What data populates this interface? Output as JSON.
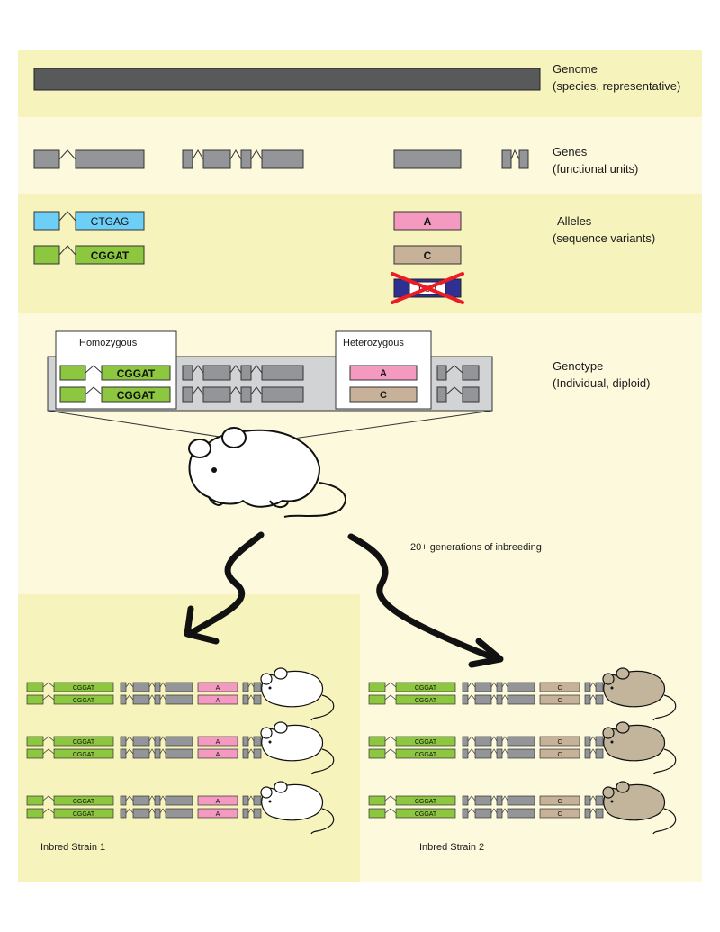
{
  "colors": {
    "band_dark": "#f7f3bd",
    "band_light": "#fcf9dd",
    "genome_bar": "#58595b",
    "gene_gray": "#939598",
    "allele_blue": "#6dcff6",
    "allele_green": "#8dc63f",
    "allele_pink": "#f49ac1",
    "allele_tan": "#c7b299",
    "neo_blue": "#2e3192",
    "cross_red": "#ed1c24",
    "genotype_box": "#d1d3d4",
    "mouse_tan": "#c2b59b"
  },
  "rows": {
    "genome": {
      "title": "Genome",
      "subtitle": "(species, representative)"
    },
    "genes": {
      "title": "Genes",
      "subtitle": "(functional units)"
    },
    "alleles": {
      "title": "Alleles",
      "subtitle": "(sequence variants)"
    },
    "genotype": {
      "title": "Genotype",
      "subtitle": "(Individual, diploid)"
    }
  },
  "alleles": {
    "blue_seq": "CTGAG",
    "green_seq": "CGGAT",
    "pink": "A",
    "tan": "C",
    "neo": "neo"
  },
  "genotype": {
    "homozygous": "Homozygous",
    "heterozygous": "Heterozygous",
    "seq": "CGGAT",
    "a": "A",
    "c": "C"
  },
  "inbreeding": {
    "caption": "20+ generations of inbreeding",
    "strain1": "Inbred Strain 1",
    "strain2": "Inbred Strain 2",
    "seq": "CGGAT",
    "a": "A",
    "c": "C"
  },
  "icons": [
    "mouse-icon",
    "arrow-icon",
    "red-cross-icon"
  ]
}
